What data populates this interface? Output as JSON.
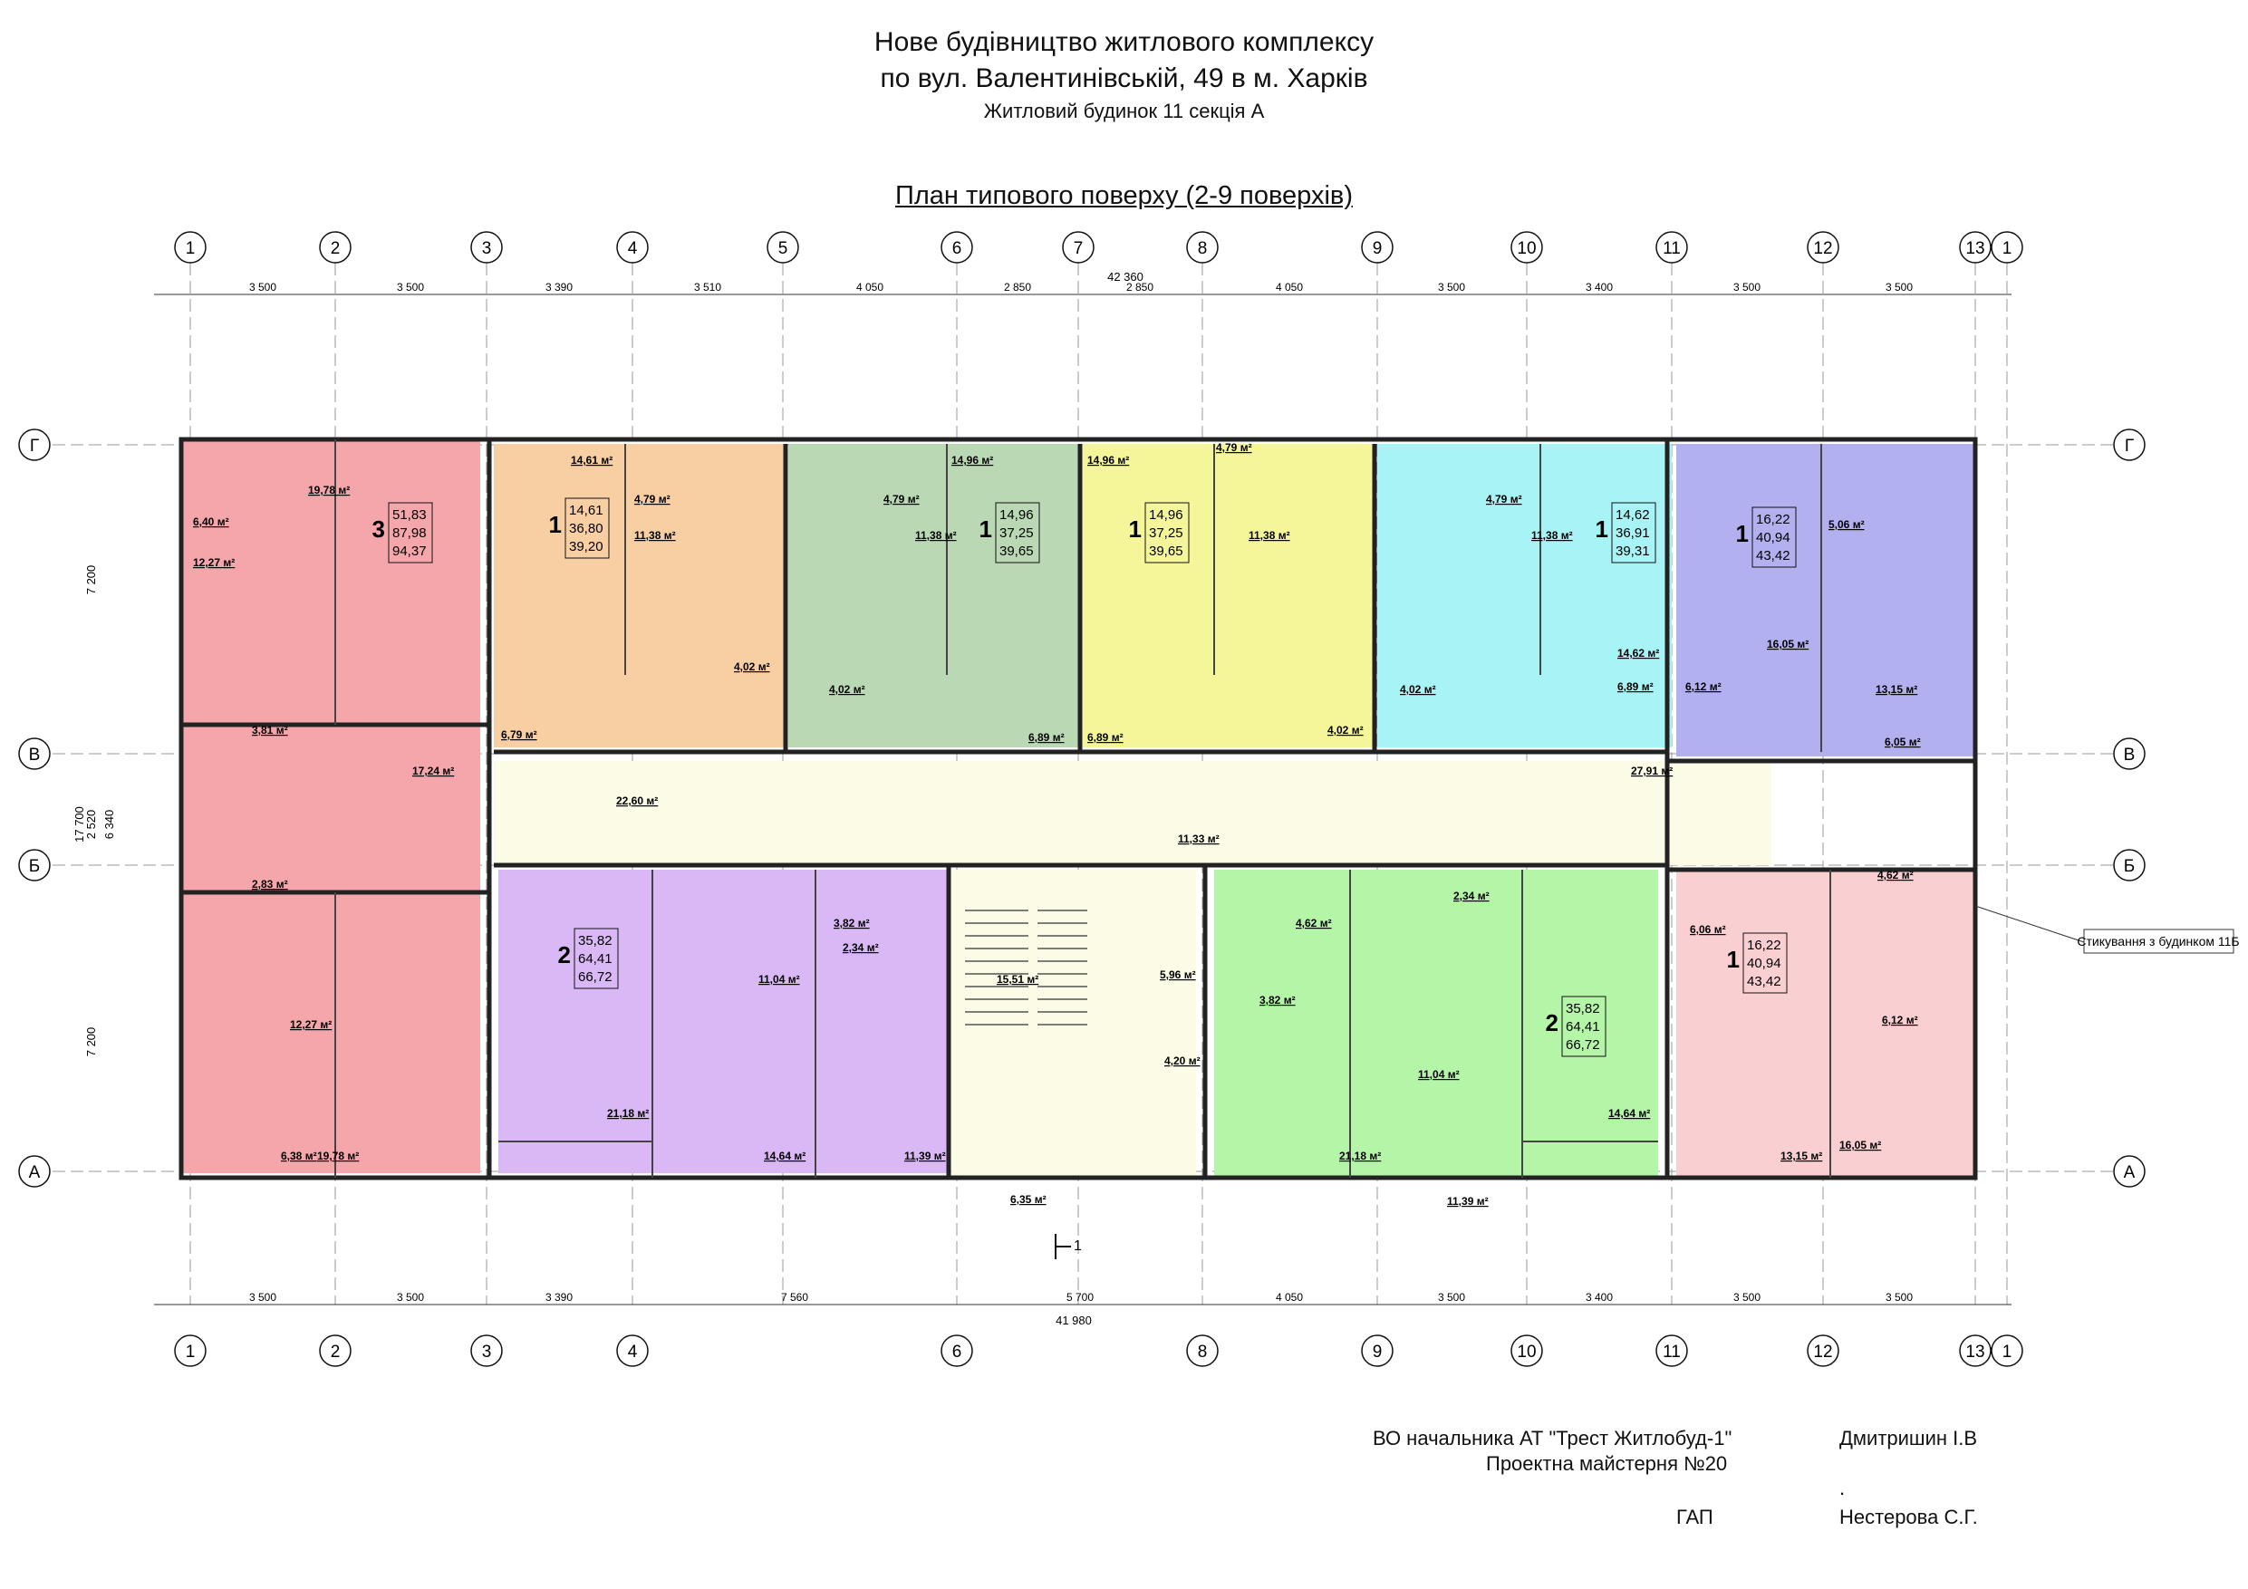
{
  "header": {
    "line1": "Нове будівництво житлового комплексу",
    "line2": "по вул. Валентинівській, 49 в м. Харків",
    "line3": "Житловий будинок 11 секція А"
  },
  "plan_title": "План типового поверху (2-9 поверхів)",
  "axes": {
    "vertical": [
      "1",
      "2",
      "3",
      "4",
      "5",
      "6",
      "7",
      "8",
      "9",
      "10",
      "11",
      "12",
      "13",
      "1"
    ],
    "vertical_bottom": [
      "1",
      "2",
      "3",
      "4",
      "6",
      "8",
      "9",
      "10",
      "11",
      "12",
      "13",
      "1"
    ],
    "horizontal": [
      "Г",
      "В",
      "Б",
      "А"
    ]
  },
  "dims": {
    "overall_top": "42 360",
    "overall_bottom": "41 980",
    "top_row": [
      "3 500",
      "3 500",
      "3 390",
      "3 510",
      "4 050",
      "2 850",
      "2 850",
      "4 050",
      "3 500",
      "3 400",
      "3 500",
      "3 500"
    ],
    "bottom_row": [
      "3 500",
      "3 500",
      "3 390",
      "7 560",
      "5 700",
      "4 050",
      "3 500",
      "3 400",
      "3 500",
      "3 500"
    ],
    "left_total": "17 700",
    "left_parts": [
      "7 200",
      "2 520",
      "7 200"
    ],
    "left_mid": "6 340"
  },
  "apartments": [
    {
      "rooms": "3",
      "area": [
        "51,83",
        "87,98",
        "94,37"
      ],
      "color": "#f4a6ab"
    },
    {
      "rooms": "1",
      "area": [
        "14,61",
        "36,80",
        "39,20"
      ],
      "color": "#f8cfa3"
    },
    {
      "rooms": "1",
      "area": [
        "14,96",
        "37,25",
        "39,65"
      ],
      "color": "#b9d8b3"
    },
    {
      "rooms": "1",
      "area": [
        "14,96",
        "37,25",
        "39,65"
      ],
      "color": "#f5f59a"
    },
    {
      "rooms": "1",
      "area": [
        "14,62",
        "36,91",
        "39,31"
      ],
      "color": "#a8f3f5"
    },
    {
      "rooms": "1",
      "area": [
        "16,22",
        "40,94",
        "43,42"
      ],
      "color": "#b3b0f0"
    },
    {
      "rooms": "2",
      "area": [
        "35,82",
        "64,41",
        "66,72"
      ],
      "color": "#d9b8f5"
    },
    {
      "rooms": "2",
      "area": [
        "35,82",
        "64,41",
        "66,72"
      ],
      "color": "#b4f5a8"
    },
    {
      "rooms": "1",
      "area": [
        "16,22",
        "40,94",
        "43,42"
      ],
      "color": "#f9cfd2"
    }
  ],
  "room_areas": [
    "6,40 м²",
    "19,78 м²",
    "12,27 м²",
    "3,81 м²",
    "17,24 м²",
    "2,83 м²",
    "12,27 м²",
    "6,38 м²",
    "19,78 м²",
    "14,61 м²",
    "4,79 м²",
    "11,38 м²",
    "6,79 м²",
    "4,02 м²",
    "14,96 м²",
    "4,79 м²",
    "11,38 м²",
    "4,02 м²",
    "6,89 м²",
    "14,96 м²",
    "4,79 м²",
    "11,38 м²",
    "6,89 м²",
    "4,02 м²",
    "4,79 м²",
    "11,38 м²",
    "4,02 м²",
    "14,62 м²",
    "6,89 м²",
    "5,06 м²",
    "16,05 м²",
    "6,12 м²",
    "13,15 м²",
    "6,05 м²",
    "22,60 м²",
    "27,91 м²",
    "11,33 м²",
    "15,51 м²",
    "5,96 м²",
    "4,20 м²",
    "6,35 м²",
    "3,82 м²",
    "2,34 м²",
    "11,04 м²",
    "21,18 м²",
    "14,64 м²",
    "11,39 м²",
    "4,62 м²",
    "3,82 м²",
    "2,34 м²",
    "11,04 м²",
    "14,64 м²",
    "21,18 м²",
    "11,39 м²",
    "4,62 м²",
    "6,06 м²",
    "6,12 м²",
    "13,15 м²",
    "16,05 м²",
    "5,06 м²"
  ],
  "note": "Стикування з будинком 11Б",
  "section_mark": "1",
  "signatures": {
    "org_line1": "ВО начальника АТ \"Трест Житлобуд-1\"",
    "org_line2": "Проектна майстерня №20",
    "name1": "Дмитришин І.В",
    "dot": ".",
    "role": "ГАП",
    "name2": "Нестерова С.Г."
  },
  "colors": {
    "apt3": "#f4a6ab",
    "apt1a": "#f8cfa3",
    "apt1b": "#b9d8b3",
    "apt1c": "#f5f59a",
    "apt1d": "#a8f3f5",
    "apt1e": "#b3b0f0",
    "apt2a": "#d9b8f5",
    "apt2b": "#b4f5a8",
    "apt1f": "#f9cfd2",
    "corridor": "#fbfbe6"
  }
}
